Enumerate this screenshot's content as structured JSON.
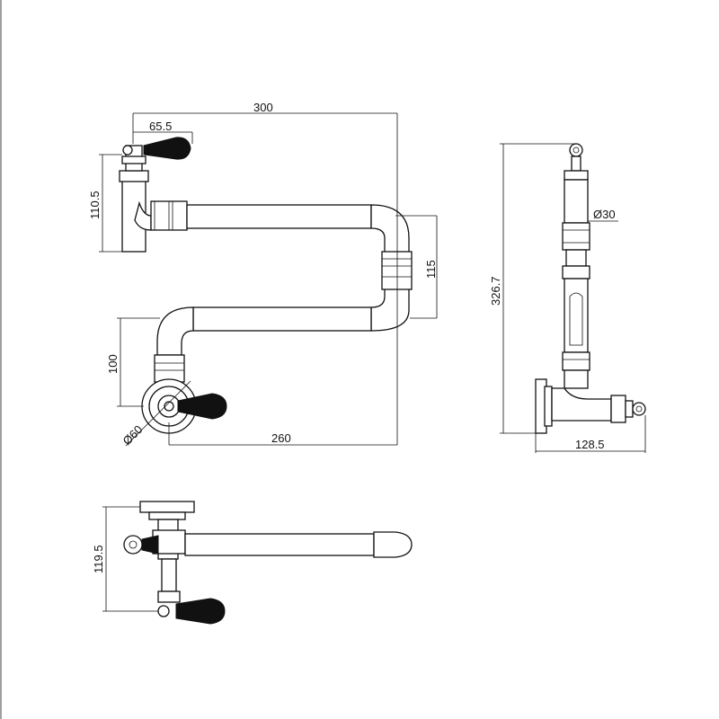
{
  "colors": {
    "line": "#111111",
    "background": "#ffffff"
  },
  "front_view": {
    "dim_overall_width": "300",
    "dim_handle_offset": "65.5",
    "dim_upper_height": "110.5",
    "dim_elbow_height": "115",
    "dim_lower_height": "100",
    "dim_base_diameter": "Ø60",
    "dim_lower_length": "260"
  },
  "side_view": {
    "dim_pipe_diameter": "Ø30",
    "dim_total_height": "326.7",
    "dim_depth": "128.5"
  },
  "top_view": {
    "dim_width": "119.5"
  }
}
